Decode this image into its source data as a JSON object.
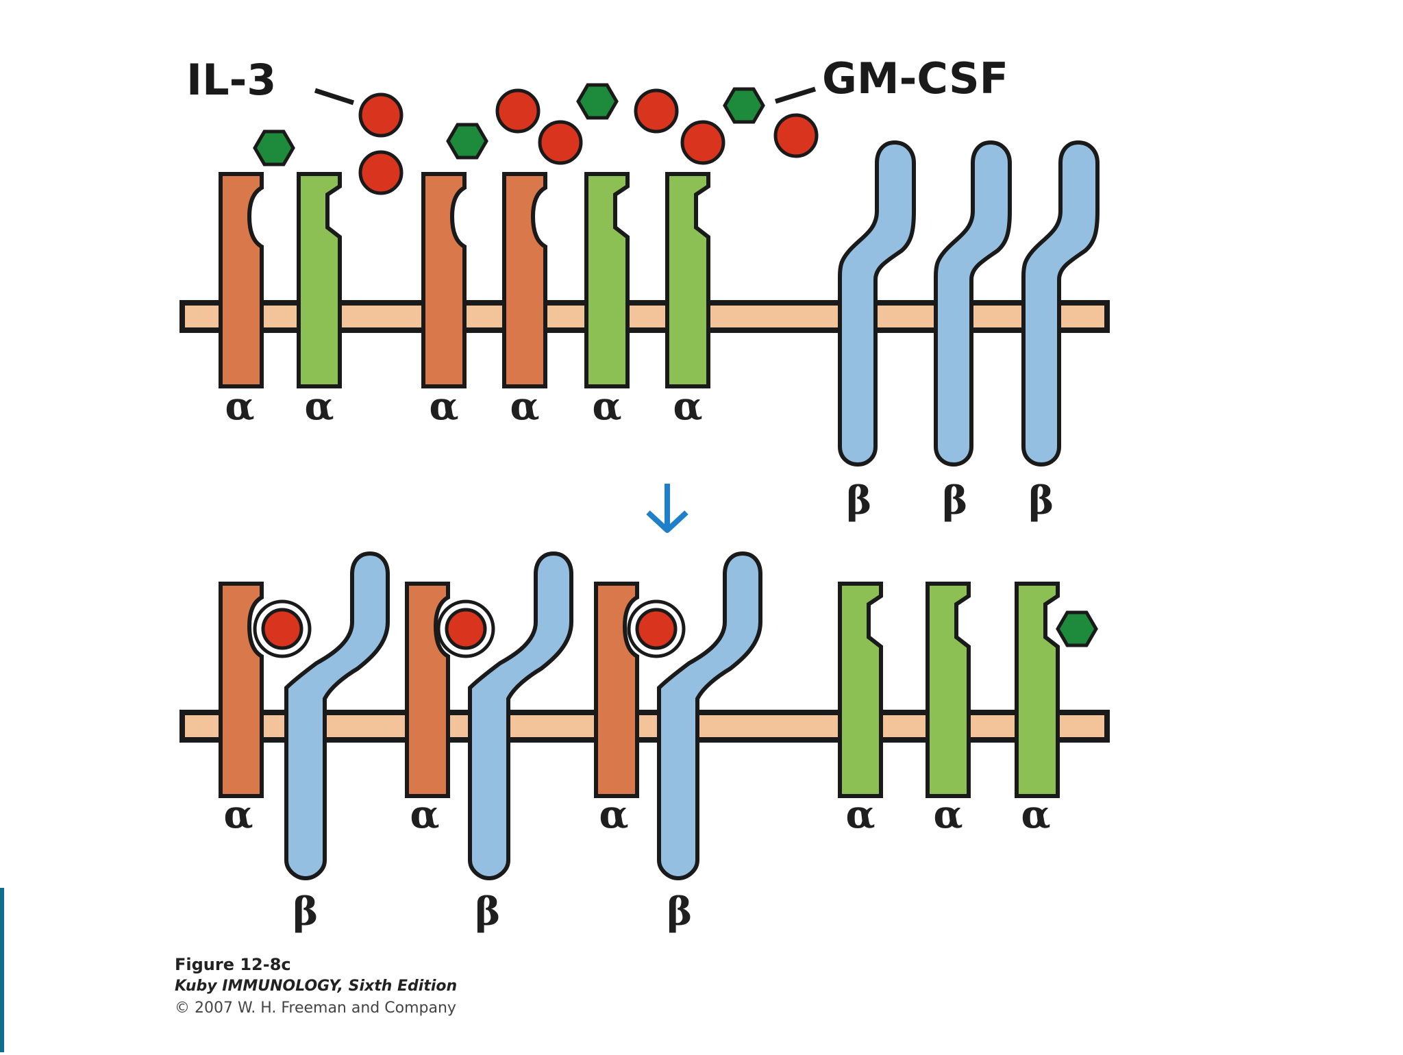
{
  "ligand_labels": {
    "il3": "IL-3",
    "gmcsf": "GM-CSF"
  },
  "top_row": {
    "alpha_labels": [
      "α",
      "α",
      "α",
      "α",
      "α",
      "α"
    ],
    "beta_labels": [
      "β",
      "β",
      "β"
    ]
  },
  "bottom_row": {
    "alpha_labels": [
      "α",
      "α",
      "α",
      "α",
      "α",
      "α"
    ],
    "beta_labels": [
      "β",
      "β",
      "β"
    ]
  },
  "caption": {
    "figure": "Figure 12-8c",
    "book": "Kuby IMMUNOLOGY, Sixth Edition",
    "copyright": "© 2007 W. H. Freeman and Company"
  },
  "colors": {
    "il3_receptor_alpha": "#d9784a",
    "gmcsf_receptor_alpha": "#8cc054",
    "beta_chain": "#94bfe0",
    "il3_ligand": "#d9341e",
    "gmcsf_ligand": "#1e8a3c",
    "membrane": "#f3c49a",
    "arrow": "#1f7fc9",
    "outline": "#1a1a1a"
  },
  "icons": {
    "il3_ligand": "red-circle",
    "gmcsf_ligand": "green-hexagon",
    "transition": "down-arrow-icon"
  }
}
